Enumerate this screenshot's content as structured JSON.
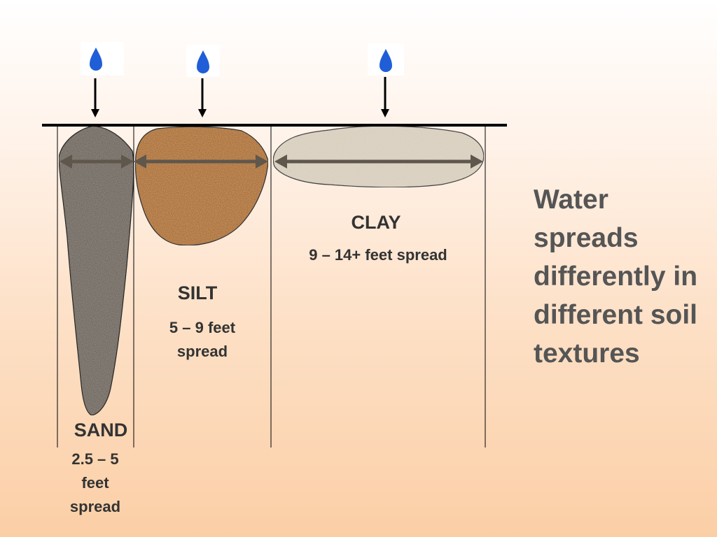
{
  "soils": [
    {
      "name": "SAND",
      "spread": "2.5 – 5 feet spread"
    },
    {
      "name": "SILT",
      "spread": "5 – 9  feet spread"
    },
    {
      "name": "CLAY",
      "spread": "9 – 14+ feet spread"
    }
  ],
  "side_text": "Water spreads differently in different soil textures",
  "colors": {
    "drop": "#1f5ed6",
    "sand": "#8c847c",
    "silt": "#c98e56",
    "clay": "#ddd4c4",
    "arrow": "#5f574c",
    "line": "#000000"
  },
  "icons": [
    "water-drop-icon",
    "down-arrow-icon",
    "double-arrow-icon"
  ]
}
